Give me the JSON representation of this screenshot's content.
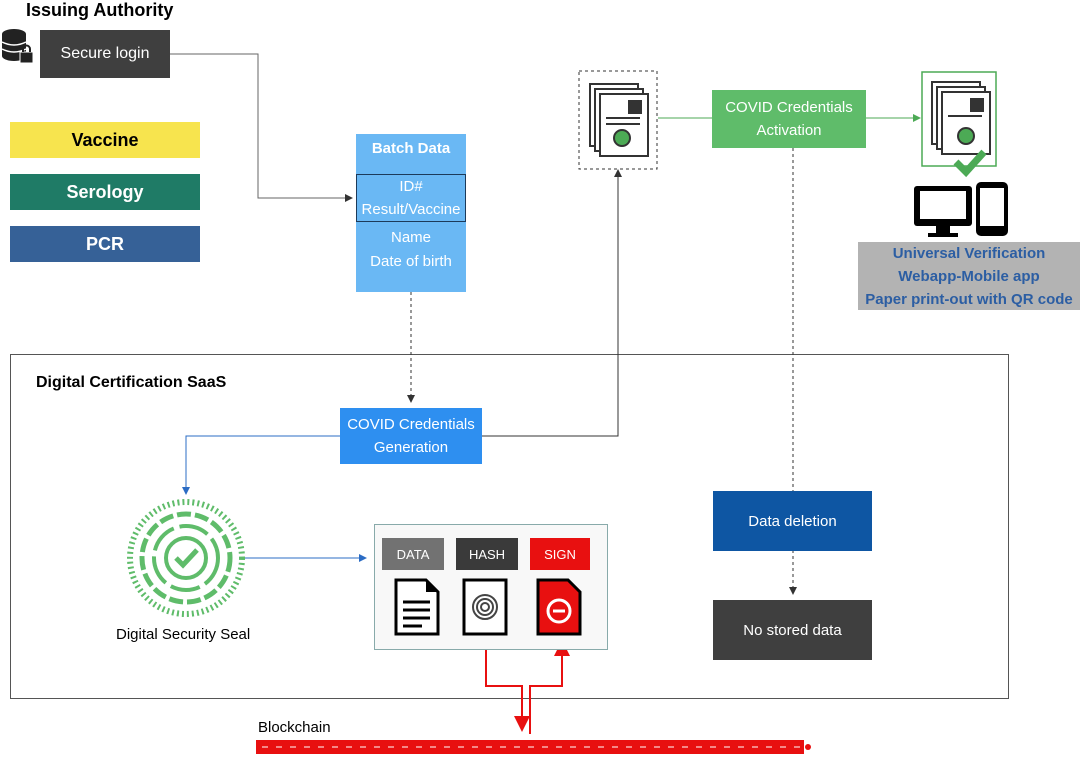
{
  "header": {
    "title": "Issuing Authority"
  },
  "login": {
    "label": "Secure login"
  },
  "legend": {
    "vaccine": "Vaccine",
    "serology": "Serology",
    "pcr": "PCR"
  },
  "batch": {
    "title": "Batch Data",
    "id": "ID#",
    "result": "Result/Vaccine",
    "name": "Name",
    "dob": "Date of birth"
  },
  "activation": {
    "line1": "COVID Credentials",
    "line2": "Activation"
  },
  "verification": {
    "line1": "Universal Verification",
    "line2": "Webapp-Mobile app",
    "line3": "Paper print-out with QR code"
  },
  "saas": {
    "title": "Digital Certification SaaS"
  },
  "generation": {
    "line1": "COVID Credentials",
    "line2": "Generation"
  },
  "seal": {
    "label": "Digital Security Seal"
  },
  "panel": {
    "data": "DATA",
    "hash": "HASH",
    "sign": "SIGN"
  },
  "deletion": {
    "label": "Data deletion"
  },
  "nostore": {
    "label": "No stored data"
  },
  "blockchain": {
    "label": "Blockchain"
  },
  "colors": {
    "vaccine": "#f7e44e",
    "serology": "#1f7b66",
    "pcr": "#366197",
    "batch": "#6ab8f4",
    "generation": "#2e8ff0",
    "activation": "#5fbc6a",
    "deletion": "#0e56a3",
    "sign": "#e81010"
  }
}
